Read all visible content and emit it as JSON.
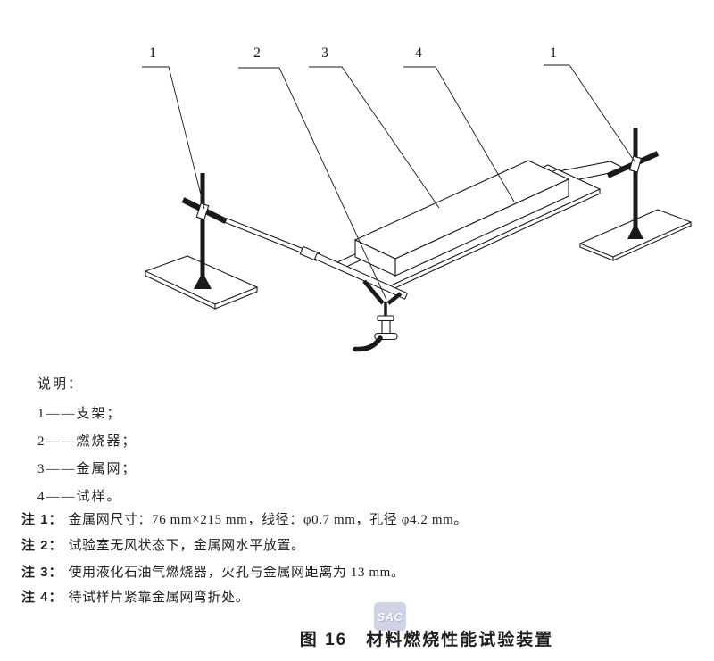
{
  "figure": {
    "callouts": [
      "1",
      "2",
      "3",
      "4",
      "1"
    ]
  },
  "legend": {
    "title": "说明：",
    "items": [
      {
        "label": "1——支架；"
      },
      {
        "label": "2——燃烧器；"
      },
      {
        "label": "3——金属网；"
      },
      {
        "label": "4——试样。"
      }
    ]
  },
  "notes": [
    {
      "prefix": "注 1：",
      "text": "金属网尺寸：76 mm×215 mm，线径：φ0.7 mm，孔径 φ4.2 mm。"
    },
    {
      "prefix": "注 2：",
      "text": "试验室无风状态下，金属网水平放置。"
    },
    {
      "prefix": "注 3：",
      "text": "使用液化石油气燃烧器，火孔与金属网距离为 13 mm。"
    },
    {
      "prefix": "注 4：",
      "text": "待试样片紧靠金属网弯折处。"
    }
  ],
  "caption": "图 16　材料燃烧性能试验装置",
  "watermark": "SAC",
  "colors": {
    "line": "#1a1a1a",
    "paper": "#ffffff",
    "watermark_bg": "#cdd1e4",
    "watermark_text": "#ffffff"
  }
}
